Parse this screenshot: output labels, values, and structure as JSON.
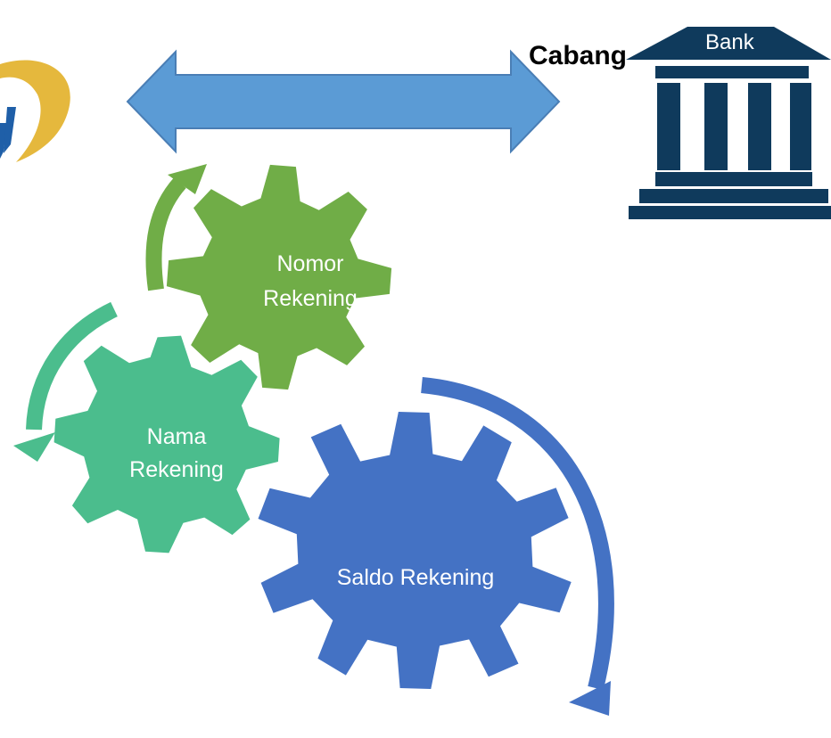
{
  "diagram": {
    "branch_label": "Cabang",
    "bank_icon_label": "Bank",
    "gears": [
      {
        "id": "nomor",
        "lines": [
          "Nomor",
          "Rekening"
        ],
        "color": "#70ad47"
      },
      {
        "id": "nama",
        "lines": [
          "Nama",
          "Rekening"
        ],
        "color": "#4bbd8d"
      },
      {
        "id": "saldo",
        "lines": [
          "Saldo Rekening"
        ],
        "color": "#4472c4"
      }
    ],
    "colors": {
      "double_arrow": "#5b9bd5",
      "double_arrow_stroke": "#4a7eb5",
      "bank_icon": "#0f3a5c",
      "logo_gold": "#e5b83d",
      "logo_blue": "#1f5fa8",
      "arrow_green": "#70ad47",
      "arrow_teal": "#4bbd8d",
      "arrow_blue": "#4472c4"
    }
  }
}
